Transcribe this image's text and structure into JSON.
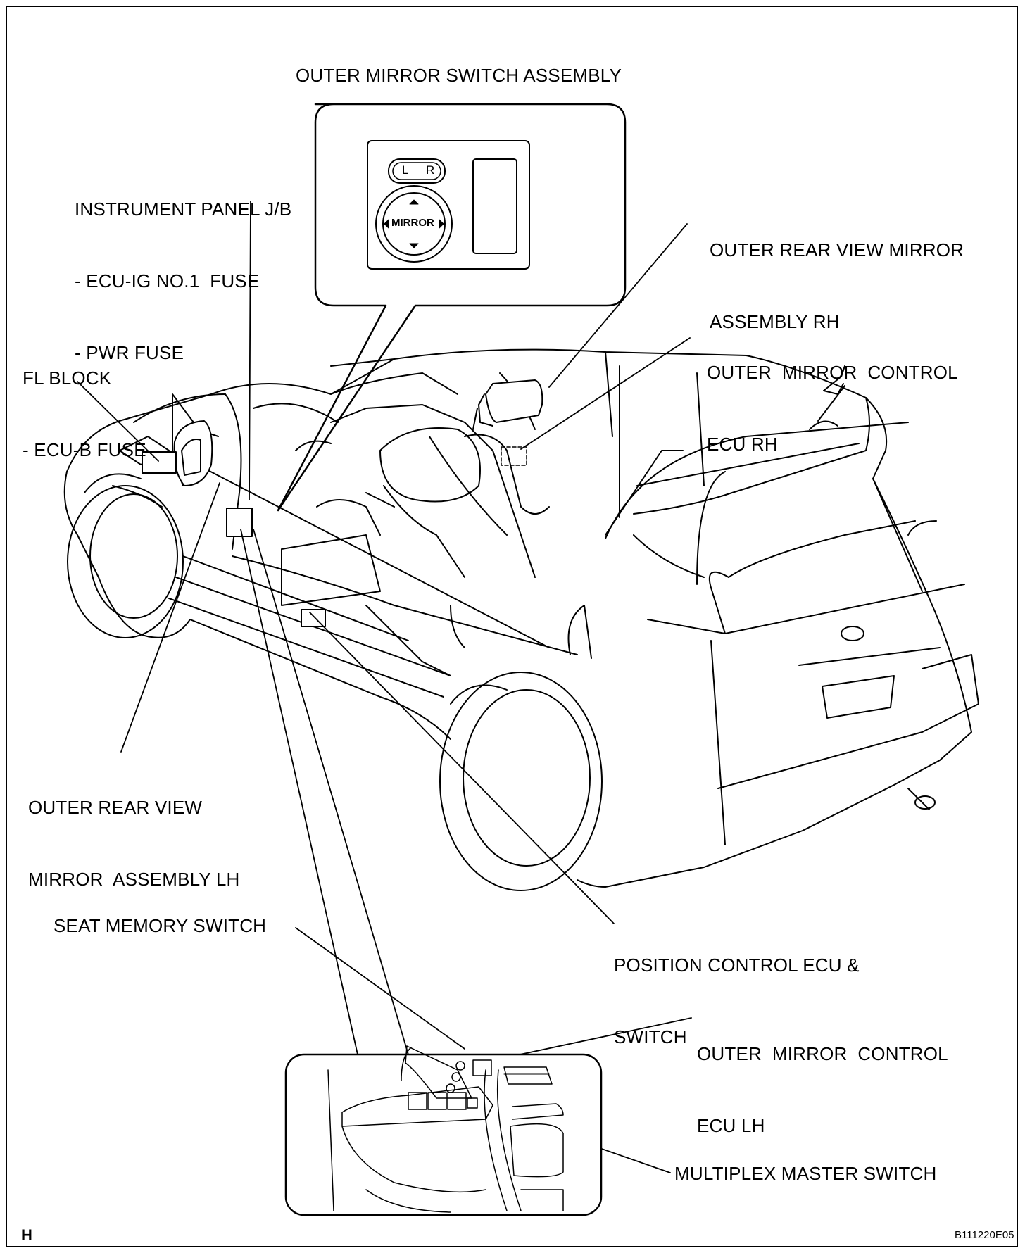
{
  "title": "OUTER MIRROR SWITCH ASSEMBLY",
  "labels": {
    "instrument_panel_jb": [
      "INSTRUMENT PANEL J/B",
      "- ECU-IG NO.1  FUSE",
      "- PWR FUSE"
    ],
    "fl_block": [
      "FL BLOCK",
      "- ECU-B FUSE"
    ],
    "outer_rear_view_mirror_rh": [
      "OUTER REAR VIEW MIRROR",
      "ASSEMBLY RH"
    ],
    "outer_mirror_control_ecu_rh": [
      "OUTER  MIRROR  CONTROL",
      "ECU RH"
    ],
    "outer_rear_view_mirror_lh": [
      "OUTER REAR VIEW",
      "MIRROR  ASSEMBLY LH"
    ],
    "position_control_ecu": [
      "POSITION CONTROL ECU &",
      "SWITCH"
    ],
    "seat_memory_switch": "SEAT MEMORY SWITCH",
    "outer_mirror_control_ecu_lh": [
      "OUTER  MIRROR  CONTROL",
      "ECU LH"
    ],
    "multiplex_master_switch": "MULTIPLEX MASTER SWITCH"
  },
  "switch_panel": {
    "l_label": "L",
    "r_label": "R",
    "mirror_label": "MIRROR"
  },
  "footer": {
    "corner_letter": "H",
    "figure_code": "B111220E05"
  }
}
